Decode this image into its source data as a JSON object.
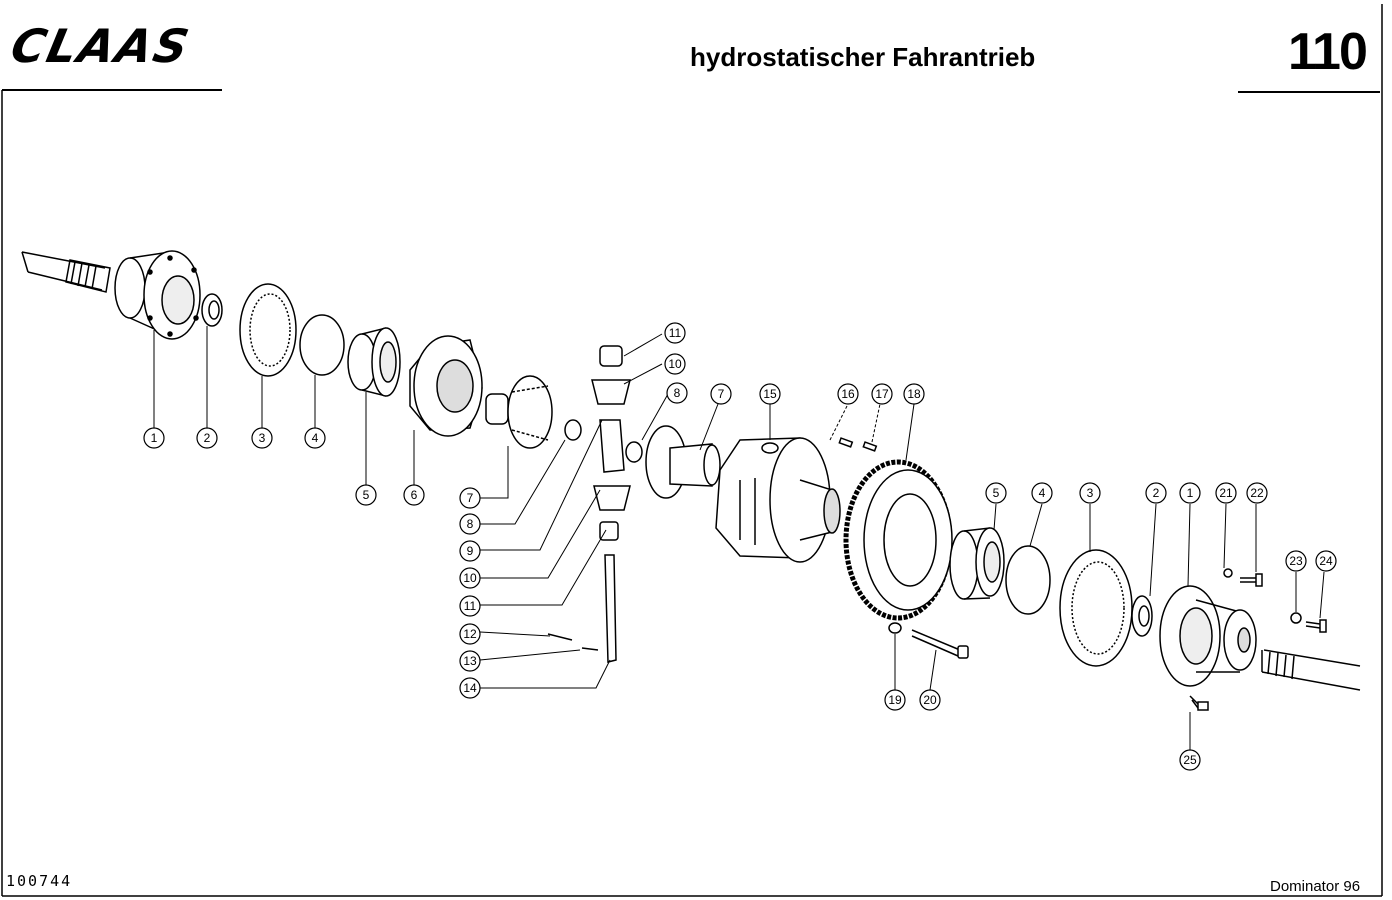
{
  "header": {
    "brand": "CLAAS",
    "title": "hydrostatischer Fahrantrieb",
    "page_number": "110"
  },
  "footer": {
    "document_number": "100744",
    "model": "Dominator 96"
  },
  "callouts": [
    {
      "id": "c1a",
      "label": "1"
    },
    {
      "id": "c2a",
      "label": "2"
    },
    {
      "id": "c3a",
      "label": "3"
    },
    {
      "id": "c4a",
      "label": "4"
    },
    {
      "id": "c5a",
      "label": "5"
    },
    {
      "id": "c6",
      "label": "6"
    },
    {
      "id": "c7a",
      "label": "7"
    },
    {
      "id": "c8a",
      "label": "8"
    },
    {
      "id": "c9",
      "label": "9"
    },
    {
      "id": "c10a",
      "label": "10"
    },
    {
      "id": "c11a",
      "label": "11"
    },
    {
      "id": "c12",
      "label": "12"
    },
    {
      "id": "c13",
      "label": "13"
    },
    {
      "id": "c14",
      "label": "14"
    },
    {
      "id": "c11b",
      "label": "11"
    },
    {
      "id": "c10b",
      "label": "10"
    },
    {
      "id": "c8b",
      "label": "8"
    },
    {
      "id": "c7b",
      "label": "7"
    },
    {
      "id": "c15",
      "label": "15"
    },
    {
      "id": "c16",
      "label": "16"
    },
    {
      "id": "c17",
      "label": "17"
    },
    {
      "id": "c18",
      "label": "18"
    },
    {
      "id": "c5b",
      "label": "5"
    },
    {
      "id": "c4b",
      "label": "4"
    },
    {
      "id": "c3b",
      "label": "3"
    },
    {
      "id": "c2b",
      "label": "2"
    },
    {
      "id": "c1b",
      "label": "1"
    },
    {
      "id": "c21",
      "label": "21"
    },
    {
      "id": "c22",
      "label": "22"
    },
    {
      "id": "c23",
      "label": "23"
    },
    {
      "id": "c24",
      "label": "24"
    },
    {
      "id": "c19",
      "label": "19"
    },
    {
      "id": "c20",
      "label": "20"
    },
    {
      "id": "c25",
      "label": "25"
    }
  ]
}
